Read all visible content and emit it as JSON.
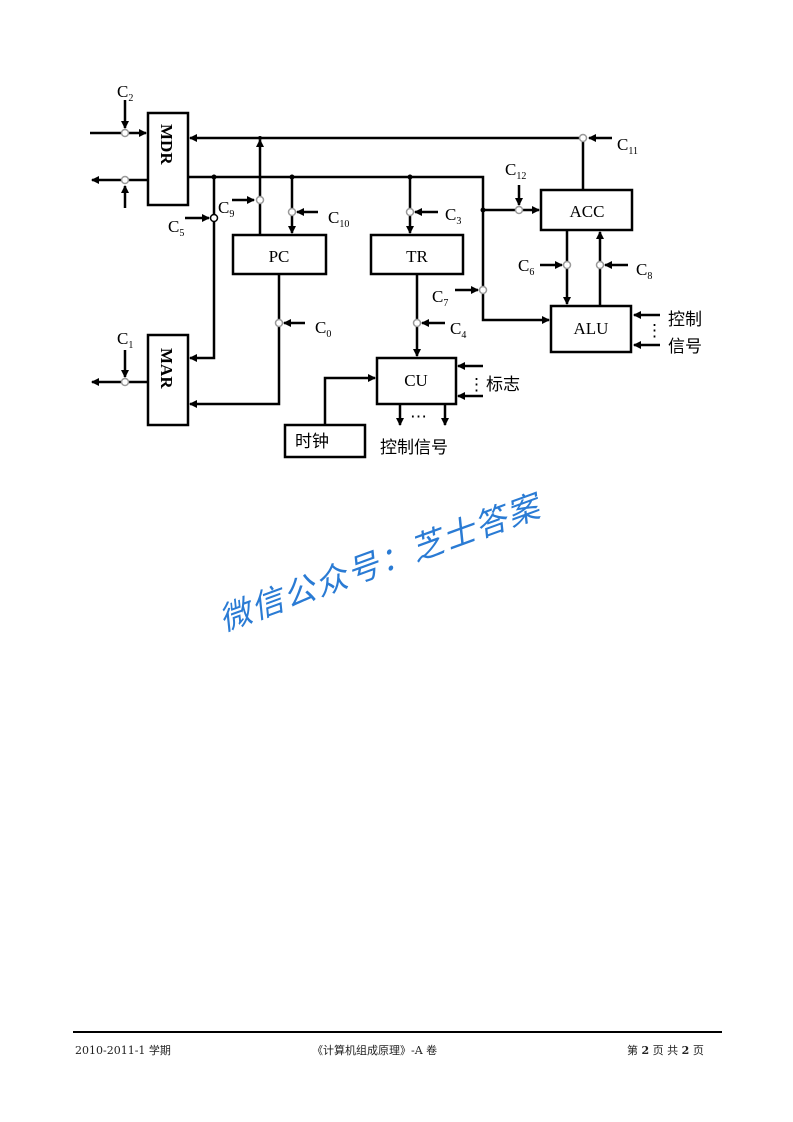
{
  "diagram": {
    "registers": {
      "mdr": "MDR",
      "mar": "MAR",
      "pc": "PC",
      "tr": "TR",
      "acc": "ACC",
      "alu": "ALU",
      "cu": "CU",
      "clock": "时钟"
    },
    "signals": {
      "c0": "0",
      "c1": "1",
      "c2": "2",
      "c3": "3",
      "c4": "4",
      "c5": "5",
      "c6": "6",
      "c7": "7",
      "c8": "8",
      "c9": "9",
      "c10": "10",
      "c11": "11",
      "c12": "12",
      "prefix": "C"
    },
    "alu_control_line1": "控制",
    "alu_control_line2": "信号",
    "cu_flags": "标志",
    "cu_control": "控制信号",
    "ellipsis": "⋯",
    "vdots": "⋮"
  },
  "watermark": "微信公众号：芝士答案",
  "footer": {
    "term": "2010-2011-1 学期",
    "course": "《计算机组成原理》-A 卷",
    "page_prefix": "第",
    "page_num": "2",
    "page_mid": "页 共",
    "page_total": "2",
    "page_suffix": "页"
  },
  "colors": {
    "watermark": "#2a7bd4"
  }
}
